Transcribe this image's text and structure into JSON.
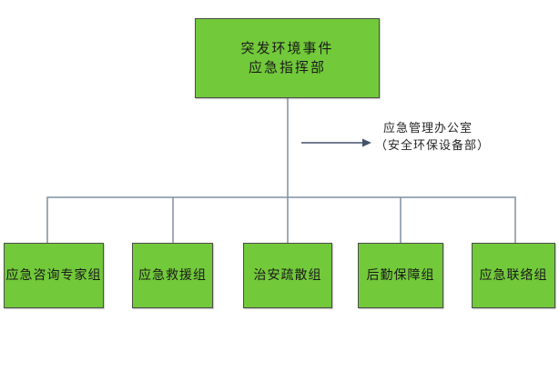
{
  "diagram": {
    "root": {
      "line1": "突发环境事件",
      "line2": "应急指挥部"
    },
    "annotation": {
      "line1": "应急管理办公室",
      "line2": "（安全环保设备部）"
    },
    "children": [
      {
        "label": "应急咨询专家组"
      },
      {
        "label": "应急救援组"
      },
      {
        "label": "治安疏散组"
      },
      {
        "label": "后勤保障组"
      },
      {
        "label": "应急联络组"
      }
    ],
    "colors": {
      "background": "#ffffff",
      "box_fill": "#72c93a",
      "box_border": "#4c4c4c",
      "box_text": "#1a1a1a",
      "connector": "#7f8fa3",
      "arrow": "#44546a",
      "annotation_text": "#262626"
    }
  }
}
